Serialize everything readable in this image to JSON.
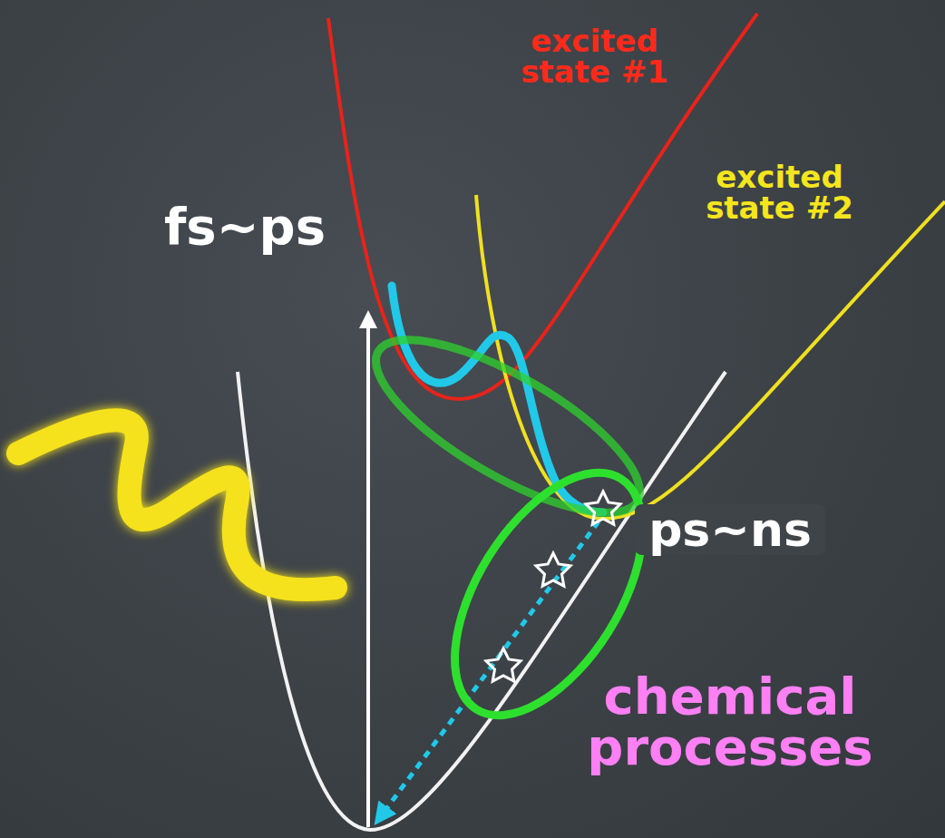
{
  "diagram": {
    "labels": [
      "excited state #1",
      "excited state #2",
      "fs~ps",
      "ps~ns",
      "chemical processes"
    ]
  }
}
